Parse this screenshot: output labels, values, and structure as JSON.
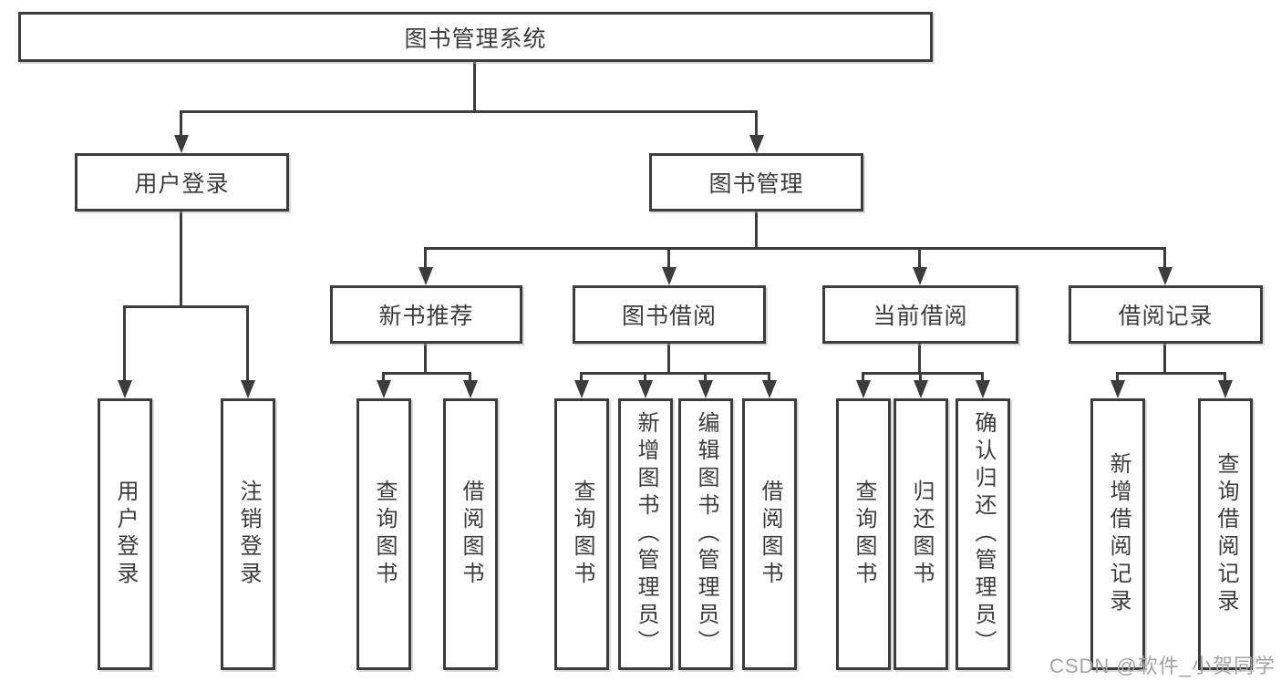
{
  "nodes": {
    "root": "图书管理系统",
    "user_login": "用户登录",
    "book_mgmt": "图书管理",
    "new_books": "新书推荐",
    "borrow": "图书借阅",
    "current": "当前借阅",
    "records": "借阅记录"
  },
  "leaves": {
    "user_login": [
      "用户登录",
      "注销登录"
    ],
    "new_books": [
      "查询图书",
      "借阅图书"
    ],
    "borrow": [
      "查询图书",
      "新增图书（管理员）",
      "编辑图书（管理员）",
      "借阅图书"
    ],
    "current": [
      "查询图书",
      "归还图书",
      "确认归还（管理员）"
    ],
    "records": [
      "新增借阅记录",
      "查询借阅记录"
    ]
  },
  "watermark": {
    "text": "CSDN @软件_小贺同学"
  },
  "colors": {
    "line": "#3c3c3c",
    "background": "#ffffff",
    "watermark": "#a3a3a3"
  }
}
